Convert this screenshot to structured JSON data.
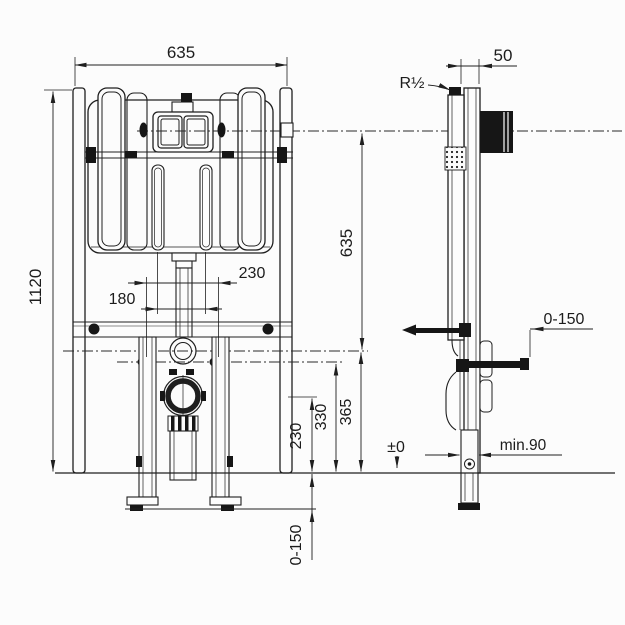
{
  "front_view": {
    "overall_width": "635",
    "overall_height": "1120",
    "fixing_bolt_spacing": "230",
    "inner_spacing": "180",
    "button_axis_to_outlet_axis": "635",
    "outlet_axis_height": "365",
    "fixing_height": "330",
    "drain_height": "230",
    "foot_adjustment": "0-150"
  },
  "side_view": {
    "frame_depth": "50",
    "water_inlet_thread": "R½",
    "rod_adjustment": "0-150",
    "min_depth": "min.90",
    "floor_level": "±0"
  },
  "colors": {
    "line": "#1f1f1f",
    "background": "#fcfcfc"
  }
}
